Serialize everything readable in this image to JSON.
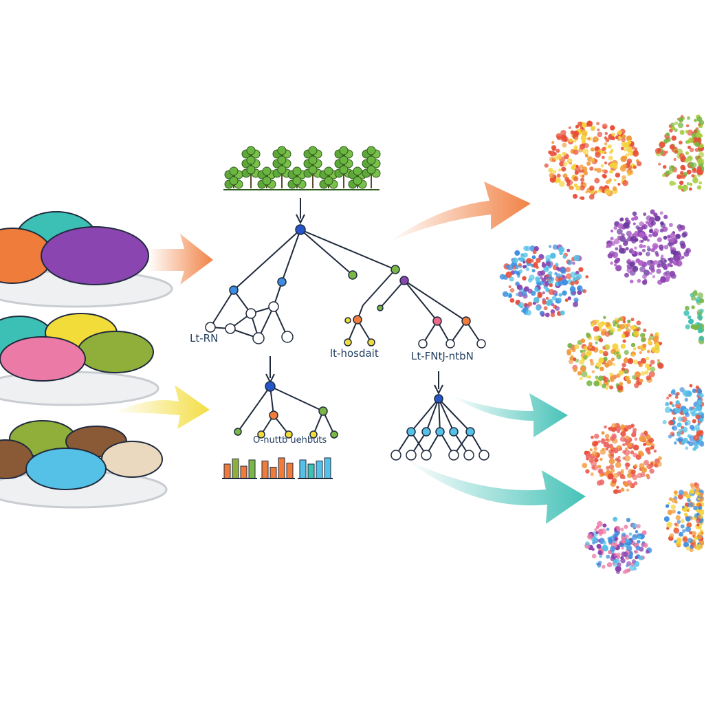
{
  "diagram": {
    "labels": {
      "left_tree": "Lt-RN",
      "middle_tree": "lt-hosdait",
      "right_tree": "Lt-FNtJ-ntbN",
      "lower_tree": "O-nuttb uehbuts"
    },
    "colors": {
      "orange": "#f07c3c",
      "teal": "#3cbfb4",
      "purple": "#8a45b0",
      "green": "#7ab648",
      "yellow": "#f2dc3a",
      "pink": "#ec7aa6",
      "olive": "#8fae3a",
      "brown": "#8a5a36",
      "sky": "#55c1e6",
      "cream": "#ead9bf",
      "node_blue": "#3d8ee0",
      "root_blue": "#2456c9",
      "line": "#1f2a3d"
    },
    "platter_layers": [
      {
        "discs": [
          "orange",
          "teal",
          "purple"
        ]
      },
      {
        "discs": [
          "teal",
          "yellow",
          "pink",
          "olive"
        ]
      },
      {
        "discs": [
          "olive",
          "brown",
          "sky",
          "cream"
        ]
      }
    ],
    "flow_arrows": [
      {
        "color": "orange"
      },
      {
        "color": "yellow"
      },
      {
        "color": "orange"
      },
      {
        "color": "teal"
      },
      {
        "color": "teal"
      }
    ],
    "bar_chart": [
      {
        "values": [
          0.7,
          0.95,
          0.6,
          0.9
        ],
        "colors": [
          "orange",
          "olive",
          "orange",
          "green"
        ]
      },
      {
        "values": [
          0.85,
          0.55,
          1.0,
          0.75
        ],
        "colors": [
          "orange",
          "orange",
          "orange",
          "orange"
        ]
      },
      {
        "values": [
          0.9,
          0.7,
          0.85,
          1.0
        ],
        "colors": [
          "sky",
          "teal",
          "sky",
          "sky"
        ]
      }
    ],
    "clusters": [
      {
        "colors": [
          "#e8503a",
          "#f29a3c",
          "#f5d23a",
          "#e8503a"
        ]
      },
      {
        "colors": [
          "#7ab648",
          "#a8cc3c",
          "#e8503a"
        ]
      },
      {
        "colors": [
          "#8a45b0",
          "#b060c8",
          "#6e3aa0"
        ]
      },
      {
        "colors": [
          "#3d8ee0",
          "#55c1e6",
          "#e8503a",
          "#8a45b0"
        ]
      },
      {
        "colors": [
          "#7ab648",
          "#f5d23a",
          "#f29a3c",
          "#e8503a"
        ]
      },
      {
        "colors": [
          "#7ab648",
          "#3cbfb4"
        ]
      },
      {
        "colors": [
          "#e8503a",
          "#f29a3c",
          "#ec6a6a"
        ]
      },
      {
        "colors": [
          "#3d8ee0",
          "#55c1e6",
          "#e8503a"
        ]
      },
      {
        "colors": [
          "#3d8ee0",
          "#55c1e6",
          "#8a45b0",
          "#ec7aa6"
        ]
      },
      {
        "colors": [
          "#f5d23a",
          "#f29a3c",
          "#e8503a",
          "#3d8ee0"
        ]
      }
    ]
  }
}
